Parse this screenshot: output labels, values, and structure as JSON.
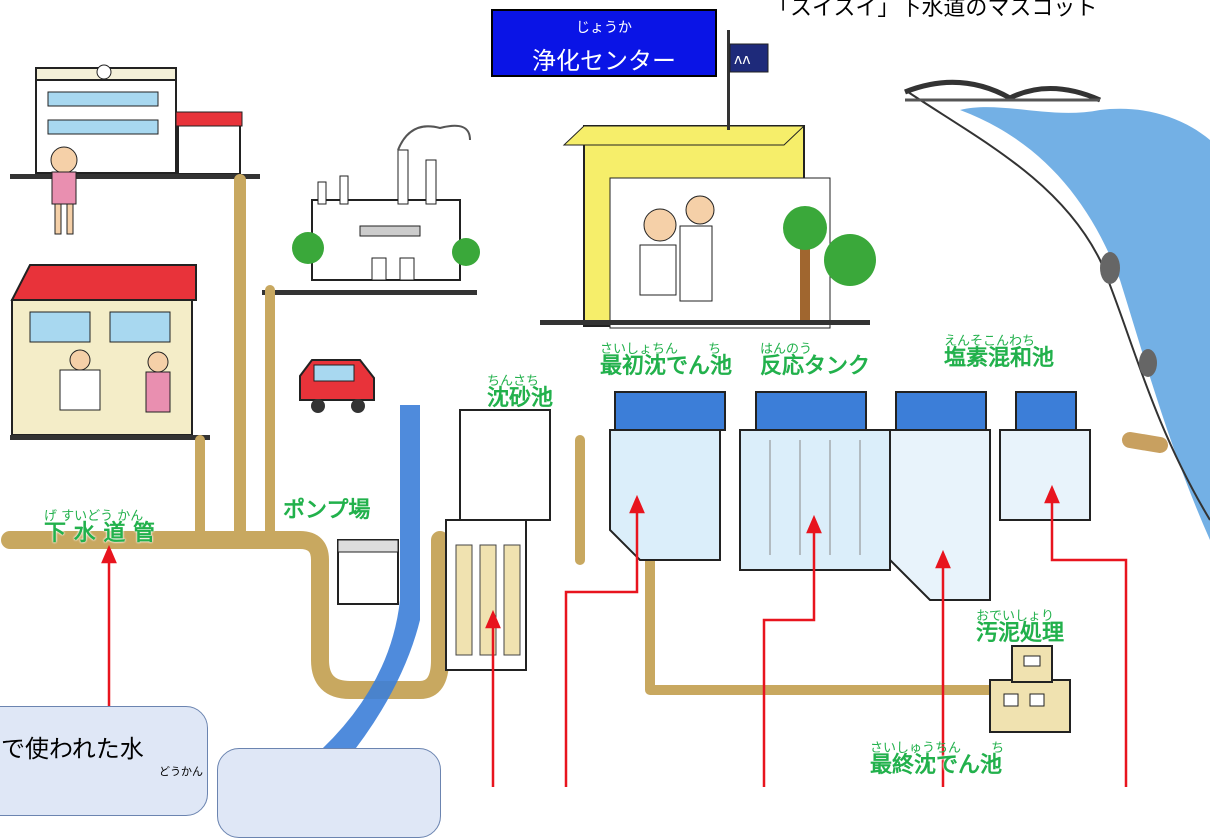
{
  "header": {
    "center_ruby": "じょうか",
    "center_label": "浄化センター",
    "mascot_caption": "「スイスイ」下水道のマスコット"
  },
  "labels": {
    "sewer_pipe": {
      "ruby": "げ すいどう かん",
      "text": "下 水 道 管"
    },
    "pump_station": {
      "ruby": "",
      "text": "ポンプ場"
    },
    "grit_chamber": {
      "ruby": "ちんさち",
      "text": "沈砂池"
    },
    "primary_tank": {
      "ruby": "さいしょちん　　 ち",
      "text": "最初沈でん池"
    },
    "reaction_tank": {
      "ruby": "はんのう",
      "text": "反応タンク"
    },
    "chlorine_tank": {
      "ruby": "えんそこんわち",
      "text": "塩素混和池"
    },
    "sludge": {
      "ruby": "おでいしょり",
      "text": "汚泥処理"
    },
    "final_tank": {
      "ruby": "さいしゅうちん　　 ち",
      "text": "最終沈でん池"
    }
  },
  "bubbles": {
    "household_water": "で使われた水",
    "household_ruby": "どうかん　 に"
  },
  "colors": {
    "label_green": "#22b14c",
    "arrow_red": "#e8141e",
    "center_blue": "#0a14e6",
    "pipe_fill": "#f0e2b0",
    "water_blue": "#3c7ed8",
    "bubble_fill": "#dfe7f6"
  },
  "icons": [
    "school-building",
    "house",
    "factory",
    "car",
    "treatment-building",
    "flag",
    "river",
    "bridge",
    "fish"
  ]
}
